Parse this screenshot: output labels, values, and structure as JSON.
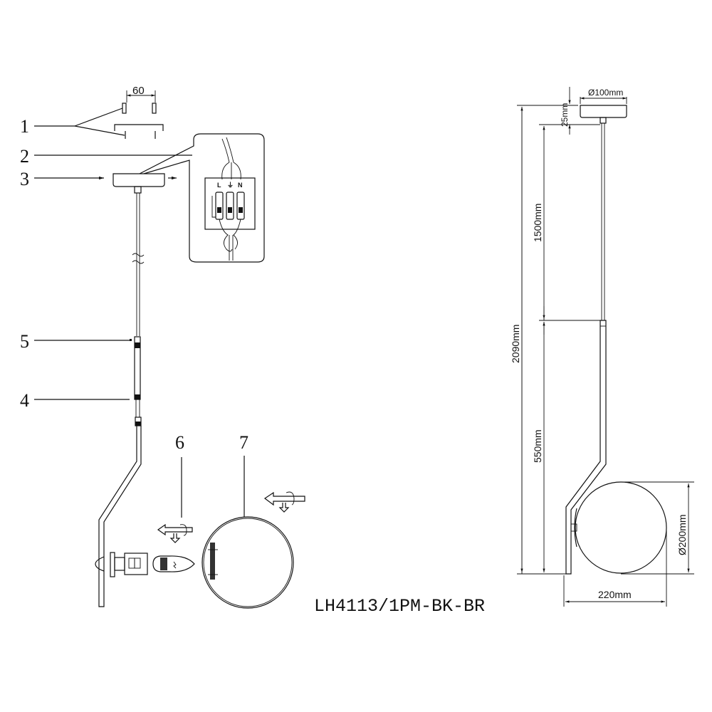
{
  "drawing": {
    "model_code": "LH4113/1PM-BK-BR",
    "part_labels": [
      {
        "id": "1",
        "label": "1"
      },
      {
        "id": "2",
        "label": "2"
      },
      {
        "id": "3",
        "label": "3"
      },
      {
        "id": "4",
        "label": "4"
      },
      {
        "id": "5",
        "label": "5"
      },
      {
        "id": "6",
        "label": "6"
      },
      {
        "id": "7",
        "label": "7"
      }
    ],
    "mount_spacing": "60",
    "terminal_labels": {
      "left": "L",
      "middle": "⏚",
      "right": "N"
    },
    "dimensions": {
      "canopy_diameter": "Ø100mm",
      "canopy_height": "25mm",
      "cable_length": "1500mm",
      "total_height": "2090mm",
      "rod_length": "550mm",
      "globe_diameter": "Ø200mm",
      "total_width": "220mm"
    }
  }
}
